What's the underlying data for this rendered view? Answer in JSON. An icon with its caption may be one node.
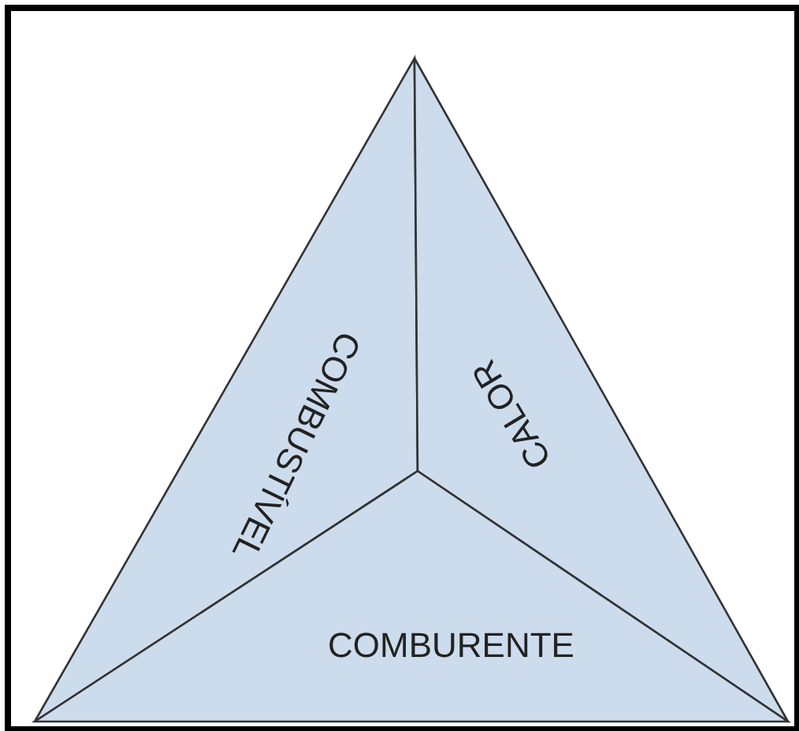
{
  "diagram": {
    "nodes": [
      {
        "text": [
          "COMBUSTÍVEL"
        ]
      },
      {
        "text": [
          "CALOR"
        ]
      },
      {
        "text": [
          "COMBURENTE"
        ]
      }
    ]
  }
}
